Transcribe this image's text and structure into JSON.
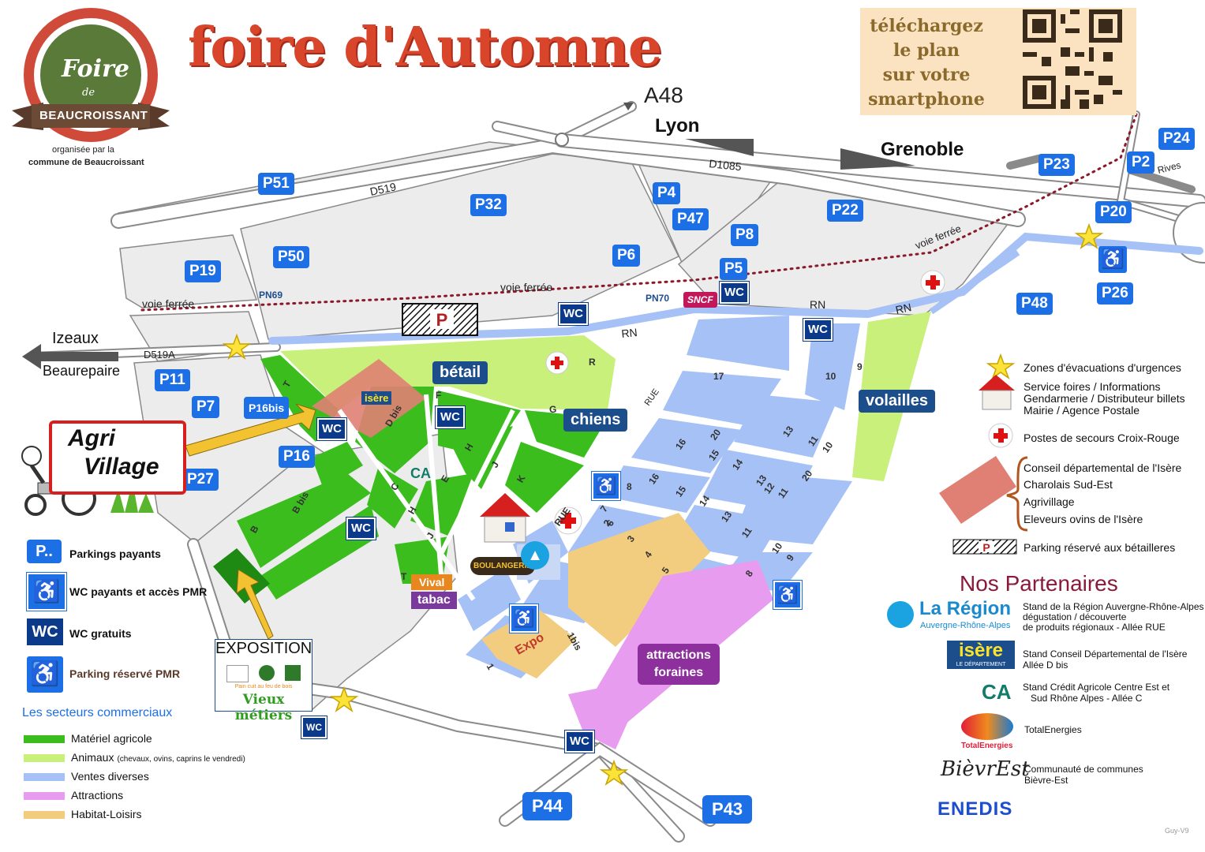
{
  "title": "foire d'Automne",
  "logo": {
    "main": "Foire",
    "de": "de",
    "ribbon": "BEAUCROISSANT",
    "sub1": "organisée par la",
    "sub2": "commune de Beaucroissant"
  },
  "qr": {
    "line1": "téléchargez",
    "line2": "le plan",
    "line3": "sur votre",
    "line4": "smartphone"
  },
  "roads": {
    "a48": "A48",
    "d519": "D519",
    "d1085": "D1085",
    "d519a": "D519A",
    "rn": "RN",
    "rue": "RUE",
    "voie": "voie ferrée",
    "pn69": "PN69",
    "pn70": "PN70",
    "rives": "Rives"
  },
  "cities": {
    "lyon": "Lyon",
    "grenoble": "Grenoble",
    "izeaux": "Izeaux",
    "beaurepaire": "Beaurepaire"
  },
  "parkings": [
    "P51",
    "P32",
    "P4",
    "P47",
    "P8",
    "P22",
    "P23",
    "P2",
    "P24",
    "P20",
    "P50",
    "P19",
    "P6",
    "P5",
    "P48",
    "P26",
    "P11",
    "P7",
    "P16bis",
    "P16",
    "P27",
    "P44",
    "P43"
  ],
  "wc_label": "WC",
  "sncf": "SNCF",
  "p_letter": "P",
  "sectors": {
    "betail": "bétail",
    "chiens": "chiens",
    "volailles": "volailles",
    "vival": "Vival",
    "tabac": "tabac",
    "expo": "Expo",
    "attractions1": "attractions",
    "attractions2": "foraines",
    "agri1": "Agri",
    "agri2": "Village",
    "isere": "isère",
    "boulangerie": "BOULANGERIE"
  },
  "alleys": [
    "T",
    "F",
    "D bis",
    "G",
    "H",
    "J",
    "K",
    "E",
    "C",
    "H",
    "J",
    "T",
    "B bis",
    "B",
    "R",
    "17",
    "16",
    "20",
    "15",
    "14",
    "13",
    "12",
    "11",
    "10",
    "9",
    "8",
    "7",
    "6",
    "5",
    "4",
    "3",
    "2",
    "1bis",
    "1",
    "13",
    "11",
    "10",
    "20",
    "16",
    "15",
    "14",
    "13",
    "11",
    "10",
    "9",
    "8",
    "RUE"
  ],
  "exposition": {
    "title": "EXPOSITION",
    "small": "Pain cuit au feu de bois",
    "sub": "Vieux métiers"
  },
  "legend_left": {
    "p_sample": "P..",
    "paying": "Parkings  payants",
    "wcpmr": "WC payants et accès PMR",
    "wcfree": "WC gratuits",
    "pmr": "Parking réservé PMR",
    "sectors_title": "Les secteurs commerciaux",
    "items": [
      {
        "label": "Matériel agricole",
        "color": "#3bbd1e"
      },
      {
        "label": "Animaux",
        "small": "(chevaux, ovins, caprins le vendredi)",
        "color": "#c8f07a"
      },
      {
        "label": "Ventes diverses",
        "color": "#a6c1f5"
      },
      {
        "label": "Attractions",
        "color": "#e89cf0"
      },
      {
        "label": "Habitat-Loisirs",
        "color": "#f2cd80"
      }
    ]
  },
  "legend_right": {
    "evac": "Zones d'évacuations d'urgences",
    "service1": "Service foires / Informations",
    "service2": "Gendarmerie / Distributeur billets",
    "service3": "Mairie / Agence Postale",
    "secours": "Postes de secours Croix-Rouge",
    "group": [
      "Conseil départemental de l'Isère",
      "Charolais Sud-Est",
      "Agrivillage",
      "Eleveurs ovins de l'Isère"
    ],
    "parking_betail": "Parking réservé aux bétailleres"
  },
  "partners": {
    "title": "Nos Partenaires",
    "region_name": "La Région",
    "region_sub": "Auvergne-Rhône-Alpes",
    "region_desc": [
      "Stand de la Région Auvergne-Rhône-Alpes",
      "dégustation / découverte",
      "de produits régionaux - Allée RUE"
    ],
    "isere_name": "isère",
    "isere_sub": "LE DÉPARTEMENT",
    "isere_desc": [
      "Stand Conseil Départemental de l'Isère",
      "Allée D bis"
    ],
    "ca_desc": [
      "Stand Crédit Agricole Centre Est et",
      "Sud Rhône Alpes - Allée C"
    ],
    "total_name": "TotalEnergies",
    "total_desc": "TotalEnergies",
    "bievre_name": "BièvrEst",
    "bievre_desc": [
      "Communauté de communes",
      "Bièvre-Est"
    ],
    "enedis": "ENEDIS"
  },
  "version": "Guy-V9",
  "colors": {
    "agri": "#3bbd1e",
    "animaux": "#c8f07a",
    "ventes": "#a6c1f5",
    "attractions": "#e89cf0",
    "habitat": "#f2cd80",
    "parking": "#1d6fe6",
    "wc": "#0b3a8a",
    "title": "#d9452b"
  }
}
